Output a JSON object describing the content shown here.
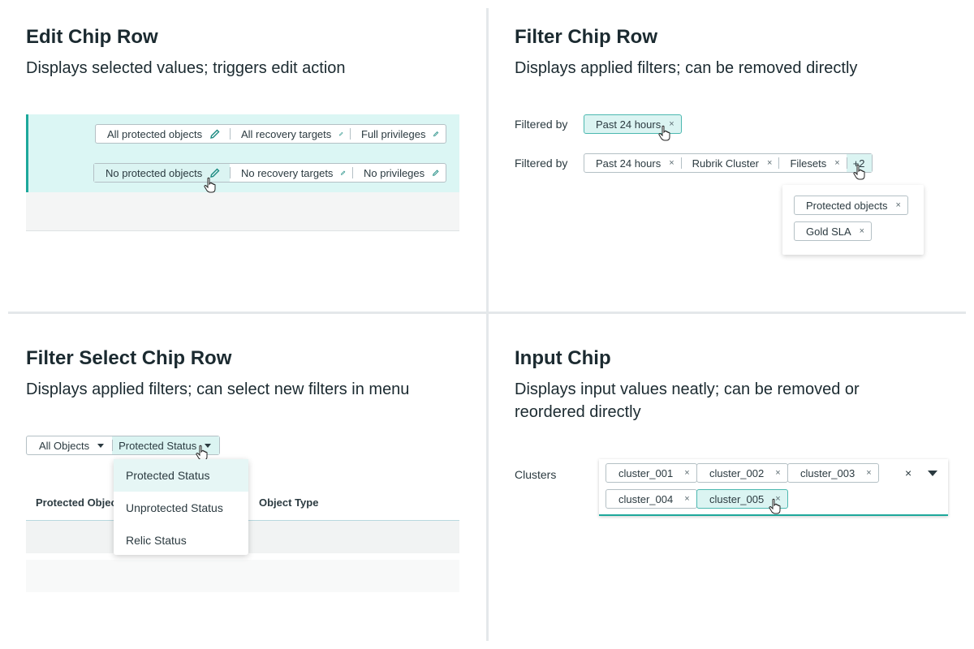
{
  "edit_chip_row": {
    "title": "Edit Chip Row",
    "description": "Displays selected values; triggers edit action",
    "row1": [
      "All protected objects",
      "All recovery targets",
      "Full privileges"
    ],
    "row2": [
      "No protected objects",
      "No recovery targets",
      "No privileges"
    ]
  },
  "filter_chip_row": {
    "title": "Filter Chip Row",
    "description": "Displays applied filters; can be removed directly",
    "label1": "Filtered by",
    "label2": "Filtered by",
    "chip_single": "Past 24 hours",
    "row2": [
      "Past 24 hours",
      "Rubrik Cluster",
      "Filesets"
    ],
    "more": "+2",
    "popover": [
      "Protected objects",
      "Gold SLA"
    ],
    "remove_glyph": "×"
  },
  "filter_select_chip_row": {
    "title": "Filter Select Chip Row",
    "description": "Displays applied filters; can select new filters in menu",
    "select1": "All Objects",
    "select2": "Protected Status",
    "menu": [
      "Protected Status",
      "Unprotected Status",
      "Relic Status"
    ],
    "columns": [
      "Protected Objec",
      "Object Type"
    ]
  },
  "input_chip": {
    "title": "Input Chip",
    "description": "Displays input values neatly; can be removed or reordered directly",
    "label": "Clusters",
    "chips": [
      "cluster_001",
      "cluster_002",
      "cluster_003",
      "cluster_004",
      "cluster_005"
    ],
    "clear": "×"
  },
  "colors": {
    "accent": "#1da89b",
    "selected_bg": "#dbf4f2",
    "text": "#1b2a30"
  },
  "icons": [
    "pencil-icon",
    "close-icon",
    "hand-cursor-icon",
    "caret-down-icon"
  ]
}
